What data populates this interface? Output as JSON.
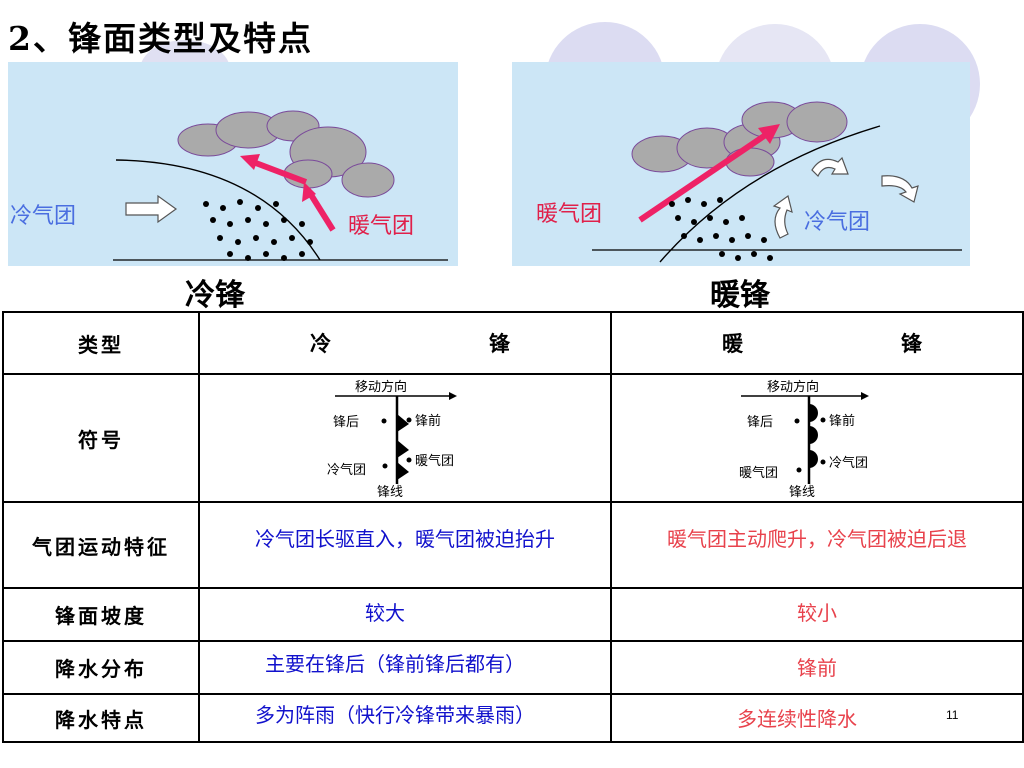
{
  "title": "2、锋面类型及特点",
  "panels": {
    "cold": {
      "caption": "冷锋",
      "cold_mass_label": "冷气团",
      "warm_mass_label": "暖气团"
    },
    "warm": {
      "caption": "暖锋",
      "cold_mass_label": "冷气团",
      "warm_mass_label": "暖气团"
    }
  },
  "table": {
    "header": {
      "type": "类型",
      "cold_a": "冷",
      "cold_b": "锋",
      "warm_a": "暖",
      "warm_b": "锋"
    },
    "symbol_row": "符号",
    "symbol_labels": {
      "direction": "移动方向",
      "behind": "锋后",
      "ahead": "锋前",
      "cold_mass": "冷气团",
      "warm_mass": "暖气团",
      "front_line": "锋线"
    },
    "rows": [
      {
        "label": "气团运动特征",
        "cold": "冷气团长驱直入，暖气团被迫抬升",
        "warm": "暖气团主动爬升，冷气团被迫后退"
      },
      {
        "label": "锋面坡度",
        "cold": "较大",
        "warm": "较小"
      },
      {
        "label": "降水分布",
        "cold": "主要在锋后（锋前锋后都有）",
        "warm": "锋前"
      },
      {
        "label": "降水特点",
        "cold": "多为阵雨（快行冷锋带来暴雨）",
        "warm": "多连续性降水"
      }
    ]
  },
  "page_number": "11",
  "colors": {
    "panel_bg": "#cce6f6",
    "cold_label": "#4a6ee0",
    "warm_label": "#e0204a",
    "arrow": "#ee2266",
    "cold_text": "#1111cc",
    "warm_text": "#e8424c"
  }
}
